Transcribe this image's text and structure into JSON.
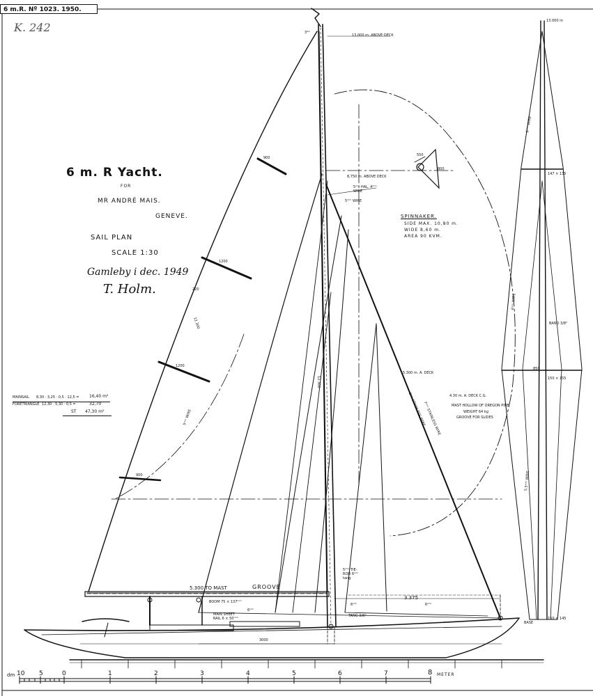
{
  "header": {
    "reference": "6 m.R. Nº 1023. 1950.",
    "archive_number": "K. 242"
  },
  "title_block": {
    "title": "6 m. R Yacht.",
    "for_label": "FOR",
    "owner": "MR ANDRÉ MAIS.",
    "place": "GENEVE.",
    "drawing": "SAIL PLAN",
    "scale": "SCALE 1:30",
    "date": "Gamleby i dec. 1949",
    "signature": "T. Holm."
  },
  "dimensions": {
    "masthead": "13.000 m. ABOVE DECK",
    "masthead_left": "3⁵ᵐ",
    "spreader_upper": "8,750 m. ABOVE DECK",
    "wire_1": "5ᵐᵐ HAL. 4ᵐᵐ WIRE",
    "wire_2": "5ᵐᵐ WIRE",
    "batten_1": "900",
    "batten_2": "1200",
    "batten_3": "1200",
    "batten_4": "900",
    "roach": "220",
    "luff": "12.300",
    "leech": "5ᵐᵐ WIRE",
    "boom_length": "5.300 TO MAST",
    "groove": "GROOVE",
    "boom": "BOOM 75 × 137ᵐᵐ",
    "main_sheet": "MAIN SHEET RAIL 6 × 50ᵐᵐ",
    "deck_len": "3000",
    "forestay_base": "3.375",
    "jib_len": "5.300 m. A. DECK",
    "mast_section": "12.300",
    "sail_cg": "4.30 m. A. DECK C.G.",
    "cg_note_1": "MAST HOLLOW OF OREGON PINE",
    "cg_note_2": "WEIGHT 64 kg",
    "cg_note_3": "GROOVE FOR SLIDES",
    "jib_note": "6ᵐᵐ STAINLESS WIRE",
    "forestay_note": "7ᵐᵐ STAINLESS WIRE",
    "tang": "TANG 3/8\"",
    "lower_note": "5ᵐᵐ TIE-ROD 6ᵐᵐ tang",
    "small_1": "6ᵐᵐ",
    "small_2": "6ᵐᵐ",
    "deck_note": "6ᵐᵐ",
    "spinnaker_pole": "550",
    "spinnaker_pole2": "800"
  },
  "areas": {
    "row1_label": "MAINSAIL",
    "row1_calc": "8,30 · 3,25 · 0,5 · 12,5 =",
    "row1_val": "16,40 m²",
    "row2_label": "FORETRIANGLE",
    "row2_calc": "12,30 · 5,30 · 0,5 =",
    "row2_val": "32,70",
    "row3_label": "ST",
    "row3_val": "47,30 m²"
  },
  "spinnaker": {
    "heading": "SPINNAKER.",
    "side": "SIDE MAX. 10,80 m.",
    "wide": "WIDE 8,60 m.",
    "area": "AREA 90 KVM."
  },
  "front_view": {
    "top": "13.000 m",
    "upper_stay": "6ᵐᵐ WIRE",
    "spreader_1": "147 × 135",
    "band": "BAND 3/8\"",
    "spreader_2": "850",
    "spreader_3": "150 × 155",
    "stay_mid": "6ᵐᵐ WIRE",
    "stay_low": "5.5ᵐᵐ WIRE",
    "base": "150 × 145",
    "base_left": "BASE"
  },
  "scale_bar": {
    "ticks": [
      "10",
      "5",
      "0",
      "1",
      "2",
      "3",
      "4",
      "5",
      "6",
      "7",
      "8"
    ],
    "unit": "METER",
    "dm_label": "dm"
  }
}
